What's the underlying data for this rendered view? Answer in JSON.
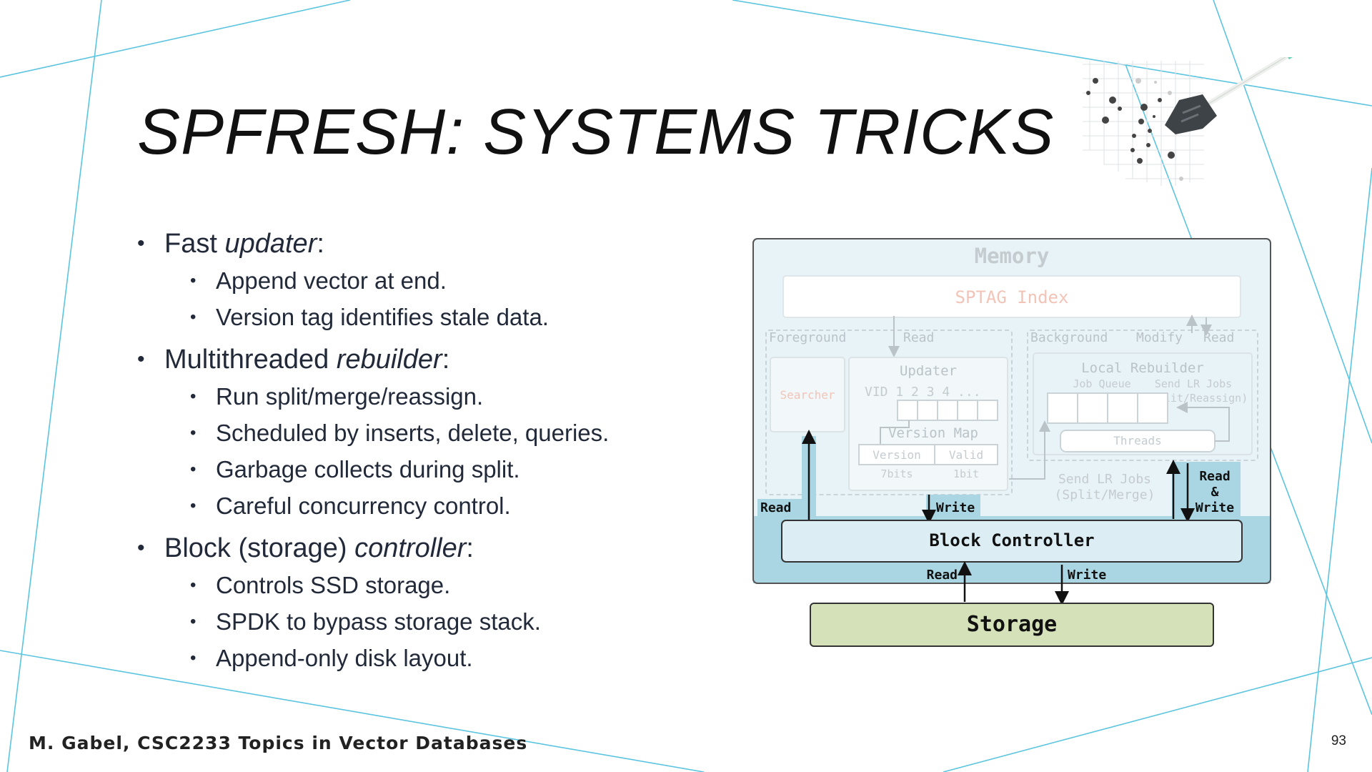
{
  "slide": {
    "title": "SPFRESH: SYSTEMS TRICKS",
    "footer": "M. Gabel, CSC2233 Topics in Vector Databases",
    "page_number": "93"
  },
  "bullets": [
    {
      "prefix": "Fast ",
      "em": "updater",
      "suffix": ":",
      "sub": [
        "Append vector at end.",
        "Version tag identifies stale data."
      ]
    },
    {
      "prefix": "Multithreaded ",
      "em": "rebuilder",
      "suffix": ":",
      "sub": [
        "Run split/merge/reassign.",
        "Scheduled by inserts, delete, queries.",
        "Garbage collects during split.",
        "Careful concurrency control."
      ]
    },
    {
      "prefix": "Block (storage) ",
      "em": "controller",
      "suffix": ":",
      "sub": [
        "Controls SSD storage.",
        "SPDK to bypass storage stack.",
        "Append-only disk layout."
      ]
    }
  ],
  "diagram": {
    "memory_label": "Memory",
    "sptag_index": "SPTAG Index",
    "foreground_label": "Foreground",
    "read_top": "Read",
    "background_label": "Background",
    "modify_label": "Modify",
    "read_bg": "Read",
    "searcher": "Searcher",
    "updater": "Updater",
    "vid_row": "VID 1  2  3  4 ...",
    "version_map": "Version Map",
    "version_cell": "Version",
    "valid_cell": "Valid",
    "bits7": "7bits",
    "bit1": "1bit",
    "local_rebuilder": "Local Rebuilder",
    "job_queue": "Job Queue",
    "send_lr_jobs_a": "Send LR Jobs",
    "split_reassign": "(Split/Reassign)",
    "threads": "Threads",
    "send_lr_jobs_b": "Send LR Jobs",
    "split_merge": "(Split/Merge)",
    "read_left": "Read",
    "write_mid": "Write",
    "read_right": "Read",
    "amp": "&",
    "write_right": "Write",
    "block_controller": "Block Controller",
    "read_bottom": "Read",
    "write_bottom": "Write",
    "storage": "Storage",
    "colors": {
      "memory_fill": "#e8f3f7",
      "controller_fill": "#a9d6e2",
      "storage_fill": "#d5e1b9",
      "sptag_text": "#f2c4b8"
    }
  }
}
